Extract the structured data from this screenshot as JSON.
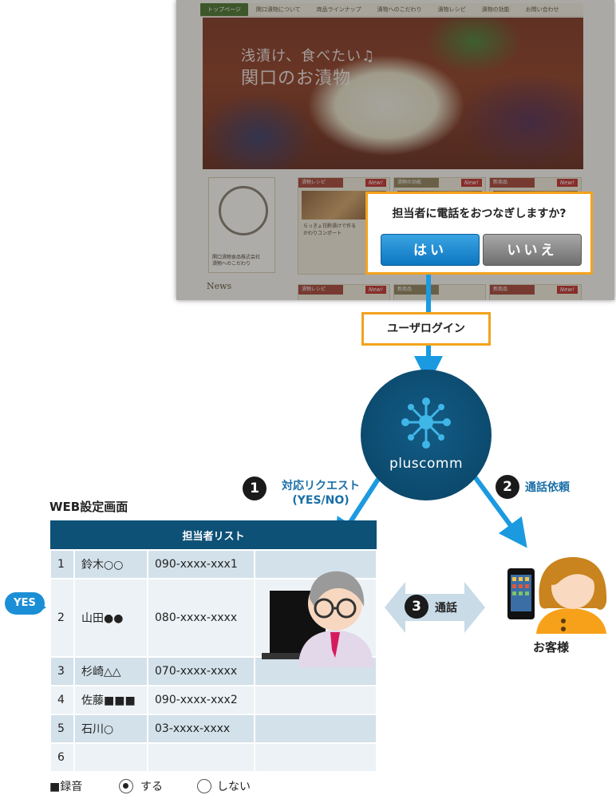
{
  "site": {
    "nav": [
      "トップページ",
      "関口漬物について",
      "商品ラインナップ",
      "漬物へのこだわり",
      "漬物レシピ",
      "漬物の効能",
      "お問い合わせ"
    ],
    "hero_line1": "浅漬け、食べたい♫",
    "hero_line2": "関口のお漬物",
    "cards_top": [
      {
        "head": "漬物レシピ",
        "tag": "New!",
        "text1": "らっきょ甘酢漬けで作る",
        "text2": "かわりコンポート"
      },
      {
        "head": "漬物の効能",
        "tag": "New!",
        "text1": "",
        "text2": ""
      },
      {
        "head": "新商品",
        "tag": "New!",
        "text1": "",
        "text2": ""
      }
    ],
    "cards_bottom": [
      {
        "head": "漬物レシピ",
        "tag": "New!"
      },
      {
        "head": "新商品",
        "tag": ""
      },
      {
        "head": "新商品",
        "tag": "New!"
      }
    ],
    "brush_text1": "関口漬物食品株式会社",
    "brush_text2": "漬物へのこだわり",
    "news": "News"
  },
  "dialog": {
    "question": "担当者に電話をおつなぎしますか?",
    "yes": "はい",
    "no": "いいえ"
  },
  "login_label": "ユーザログイン",
  "hub_name": "pluscomm",
  "steps": [
    {
      "num": "1",
      "line1": "対応リクエスト",
      "line2": "(YES/NO)"
    },
    {
      "num": "2",
      "line1": "通話依頼",
      "line2": ""
    },
    {
      "num": "3",
      "line1": "通話",
      "line2": ""
    }
  ],
  "web_settings": {
    "title": "WEB設定画面",
    "table_header": "担当者リスト",
    "rows": [
      {
        "no": "1",
        "name": "鈴木○○",
        "tel": "090-xxxx-xxx1"
      },
      {
        "no": "2",
        "name": "山田●●",
        "tel": "080-xxxx-xxxx"
      },
      {
        "no": "3",
        "name": "杉崎△△",
        "tel": "070-xxxx-xxxx"
      },
      {
        "no": "4",
        "name": "佐藤■■■",
        "tel": "090-xxxx-xxx2"
      },
      {
        "no": "5",
        "name": "石川○",
        "tel": "03-xxxx-xxxx"
      },
      {
        "no": "6",
        "name": "",
        "tel": ""
      }
    ],
    "yes_badge": "YES",
    "record_label": "■録音",
    "option_on": "する",
    "option_off": "しない",
    "selected": "する"
  },
  "customer_label": "お客様",
  "colors": {
    "orange": "#f3a21c",
    "arrow_blue": "#1b9ae0",
    "navy": "#0e5177",
    "step_text": "#1a6fa7"
  }
}
